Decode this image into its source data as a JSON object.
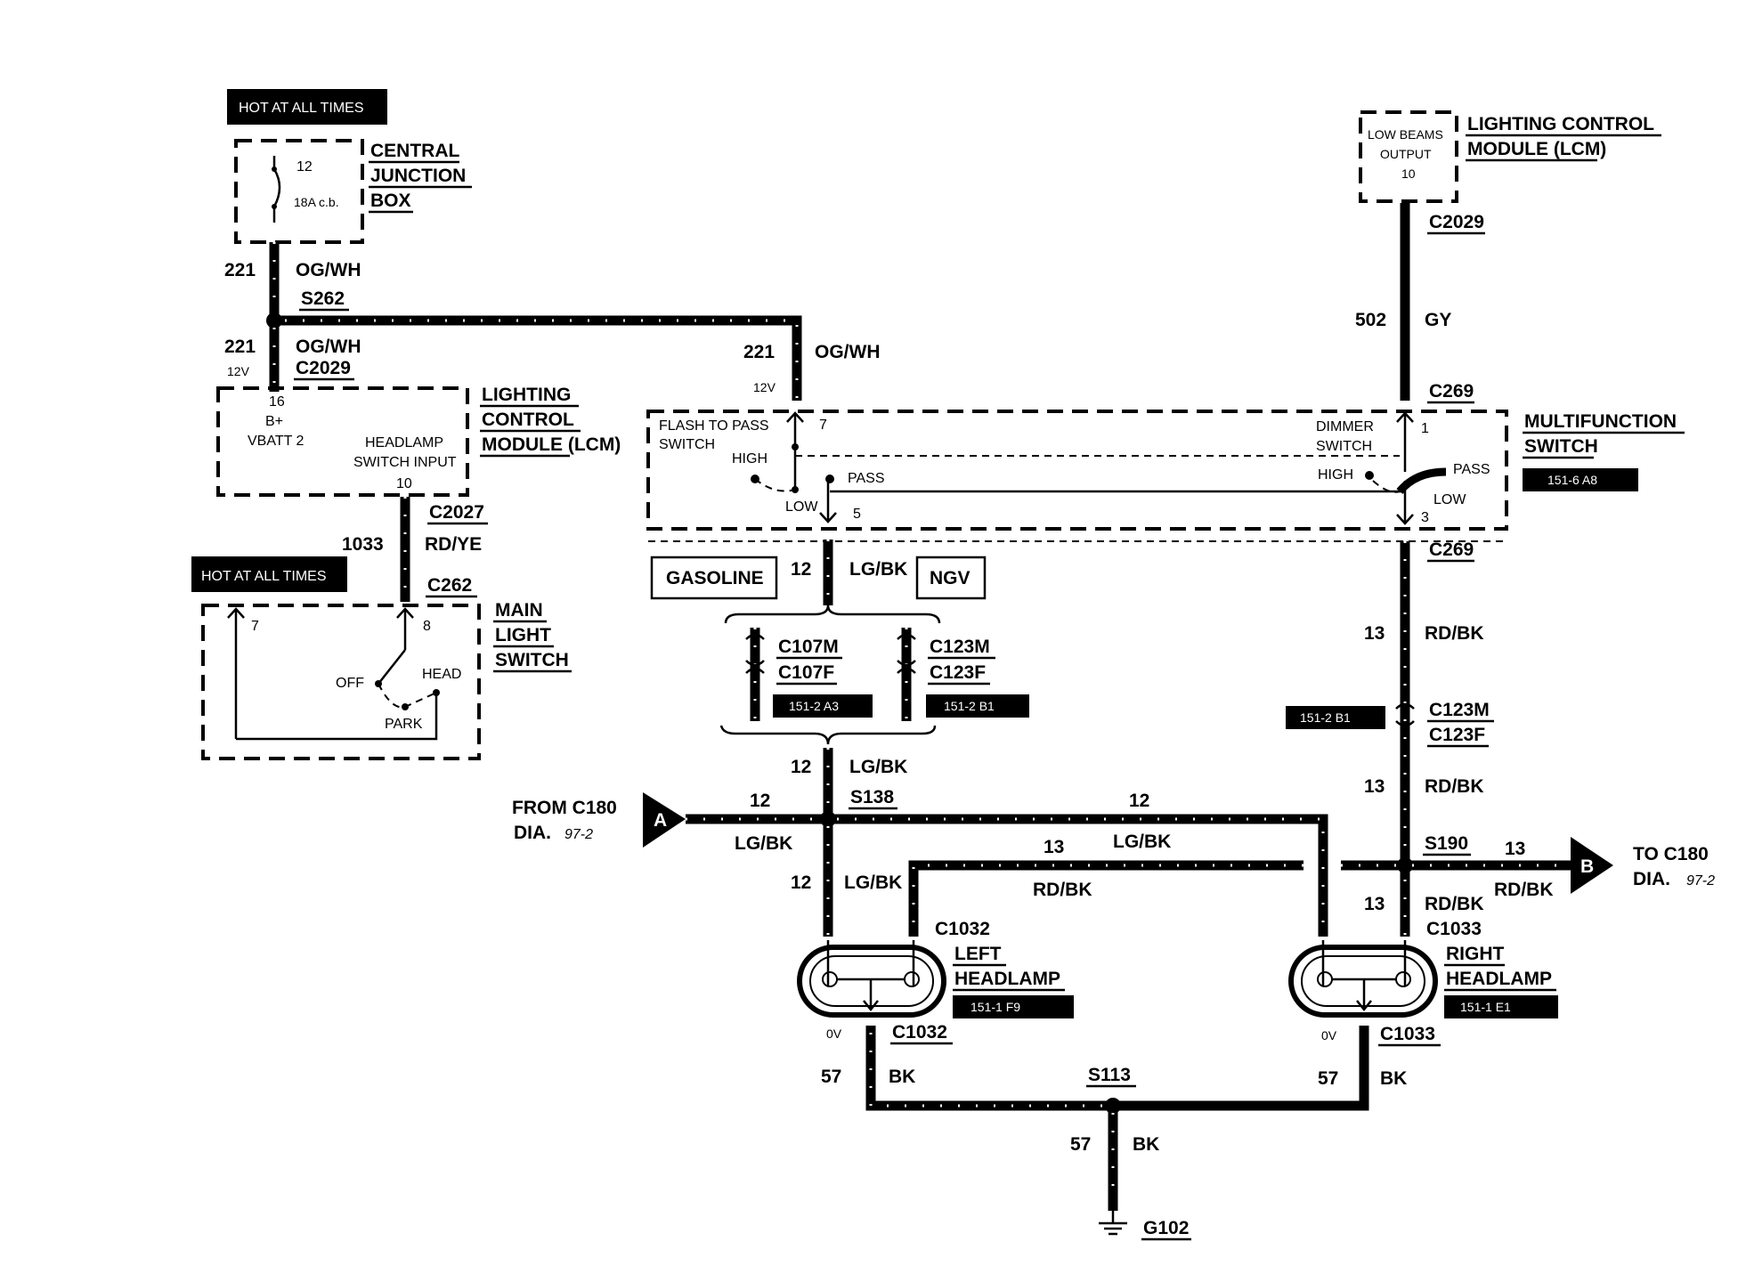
{
  "labels": {
    "hot1": "HOT AT ALL TIMES",
    "hot2": "HOT AT ALL TIMES",
    "cjb1": "CENTRAL",
    "cjb2": "JUNCTION",
    "cjb3": "BOX",
    "fuse_num": "12",
    "fuse_rating": "18A c.b.",
    "w221a_num": "221",
    "w221a_col": "OG/WH",
    "s262": "S262",
    "w221b_num": "221",
    "w221b_col": "OG/WH",
    "v12a": "12V",
    "c2029a": "C2029",
    "lcm_pin16": "16",
    "lcm_bplus": "B+",
    "lcm_vbatt": "VBATT 2",
    "lcm_hsi1": "HEADLAMP",
    "lcm_hsi2": "SWITCH INPUT",
    "lcm_pin10": "10",
    "lcm1": "LIGHTING",
    "lcm2": "CONTROL",
    "lcm3": "MODULE (LCM)",
    "c2027": "C2027",
    "w1033_num": "1033",
    "w1033_col": "RD/YE",
    "c262": "C262",
    "mls_pin7": "7",
    "mls_pin8": "8",
    "mls_off": "OFF",
    "mls_head": "HEAD",
    "mls_park": "PARK",
    "mls1": "MAIN",
    "mls2": "LIGHT",
    "mls3": "SWITCH",
    "w221c_num": "221",
    "w221c_col": "OG/WH",
    "v12b": "12V",
    "mfs_ftp1": "FLASH TO PASS",
    "mfs_ftp2": "SWITCH",
    "mfs_pin7": "7",
    "mfs_high": "HIGH",
    "mfs_pass": "PASS",
    "mfs_low": "LOW",
    "mfs_pin5": "5",
    "mfs_dim1": "DIMMER",
    "mfs_dim2": "SWITCH",
    "mfs_pin1": "1",
    "mfs_high2": "HIGH",
    "mfs_pass2": "PASS",
    "mfs_low2": "LOW",
    "mfs_pin3": "3",
    "mfs1": "MULTIFUNCTION",
    "mfs2": "SWITCH",
    "mfs_ref": "151-6 A8",
    "lcm_top1": "LOW BEAMS",
    "lcm_top2": "OUTPUT",
    "lcm_top3": "10",
    "lcmT1": "LIGHTING CONTROL",
    "lcmT2": "MODULE (LCM)",
    "c2029b": "C2029",
    "w502_num": "502",
    "w502_col": "GY",
    "c269a": "C269",
    "c269b": "C269",
    "gasoline": "GASOLINE",
    "ngv": "NGV",
    "w12a_num": "12",
    "w12a_col": "LG/BK",
    "c107m": "C107M",
    "c107f": "C107F",
    "ref_a3": "151-2 A3",
    "c123m_a": "C123M",
    "c123f_a": "C123F",
    "ref_b1a": "151-2 B1",
    "w12b_num": "12",
    "w12b_col": "LG/BK",
    "s138": "S138",
    "from1": "FROM C180",
    "from2": "DIA.",
    "from3": "97-2",
    "conn_a": "A",
    "w12c_num": "12",
    "w12c_col": "LG/BK",
    "w12d_num": "12",
    "w12d_col": "LG/BK",
    "w12e_num": "12",
    "w12e_col": "LG/BK",
    "w13a_num": "13",
    "w13a_col": "RD/BK",
    "c1032a": "C1032",
    "lh1": "LEFT",
    "lh2": "HEADLAMP",
    "ref_f9": "151-1 F9",
    "ov_a": "0V",
    "c1032b": "C1032",
    "w13b_num": "13",
    "w13b_col": "RD/BK",
    "ref_b1b": "151-2 B1",
    "c123m_b": "C123M",
    "c123f_b": "C123F",
    "w13c_num": "13",
    "w13c_col": "RD/BK",
    "s190": "S190",
    "w13d_num": "13",
    "w13d_col": "RD/BK",
    "conn_b": "B",
    "to1": "TO C180",
    "to2": "DIA.",
    "to3": "97-2",
    "w13e_num": "13",
    "w13e_col": "RD/BK",
    "c1033a": "C1033",
    "rh1": "RIGHT",
    "rh2": "HEADLAMP",
    "ref_e1": "151-1 E1",
    "ov_b": "0V",
    "c1033b": "C1033",
    "w57a_num": "57",
    "w57a_col": "BK",
    "s113": "S113",
    "w57b_num": "57",
    "w57b_col": "BK",
    "w57c_num": "57",
    "w57c_col": "BK",
    "g102": "G102"
  }
}
